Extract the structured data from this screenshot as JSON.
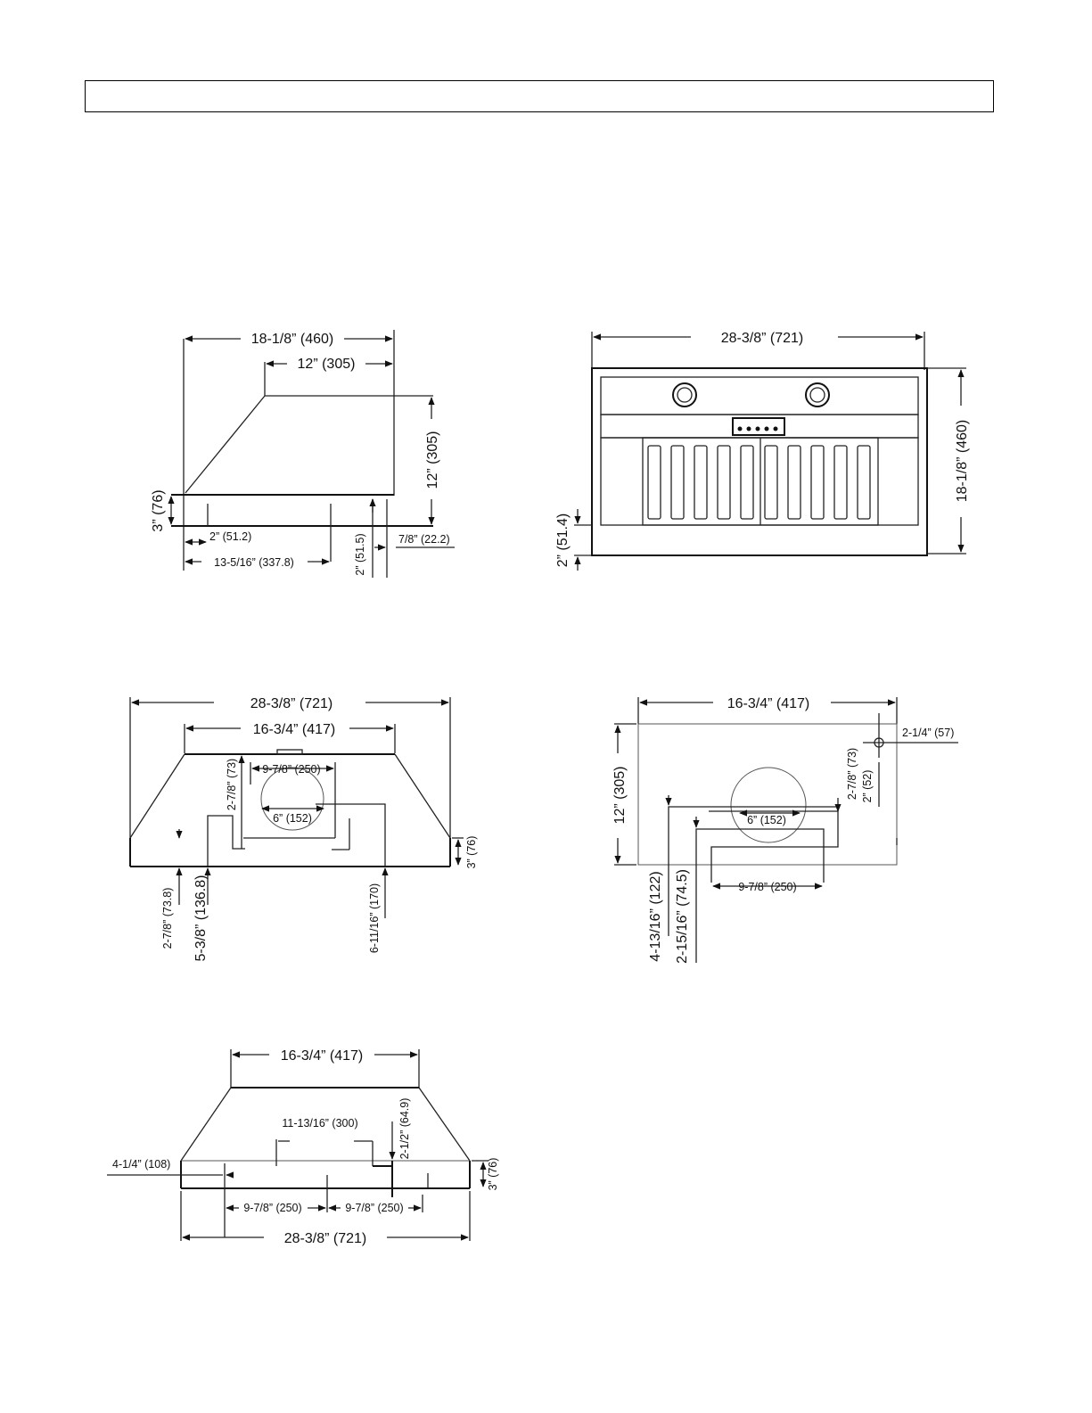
{
  "header": {
    "text": ""
  },
  "side_view": {
    "overall_depth": "18-1/8” (460)",
    "top_depth": "12” (305)",
    "height": "12” (305)",
    "base_height": "3” (76)",
    "offset_a": "2” (51.2)",
    "offset_b": "13-5/16” (337.8)",
    "offset_c": "2” (51.5)",
    "offset_d": "7/8” (22.2)"
  },
  "front_view": {
    "width": "28-3/8” (721)",
    "height": "18-1/8” (460)",
    "bottom_offset": "2” (51.4)"
  },
  "bottom_view": {
    "overall_width": "28-3/8” (721)",
    "top_width": "16-3/4” (417)",
    "duct_offset": "9-7/8” (250)",
    "duct_depth": "2-7/8” (73)",
    "duct_diameter": "6” (152)",
    "height": "3” (76)",
    "mark_a": "2-7/8” (73.8)",
    "mark_b": "5-3/8” (136.8)",
    "mark_c": "6-11/16” (170)"
  },
  "top_view": {
    "width": "16-3/4” (417)",
    "depth": "12” (305)",
    "corner_offset": "2-1/4” (57)",
    "duct_depth": "2-7/8” (73)",
    "duct_offset": "2” (52)",
    "duct_diameter": "6” (152)",
    "duct_width": "9-7/8” (250)",
    "mark_a": "4-13/16” (122)",
    "mark_b": "2-15/16” (74.5)"
  },
  "rear_view": {
    "top_width": "16-3/4” (417)",
    "duct_offset": "11-13/16” (300)",
    "duct_height": "2-1/2” (64.9)",
    "left_offset": "4-1/4” (108)",
    "height": "3” (76)",
    "span_a": "9-7/8” (250)",
    "span_b": "9-7/8” (250)",
    "overall_width": "28-3/8” (721)"
  }
}
